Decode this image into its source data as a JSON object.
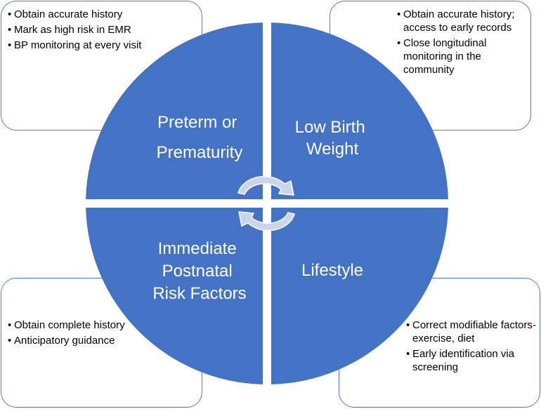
{
  "colors": {
    "quadrant_fill": "#4472c4",
    "card_border": "#4f7cc4",
    "arrow_fill": "#c9d5ec",
    "arrow_stroke": "#ffffff"
  },
  "quadrants": {
    "top_left": {
      "line1": "Preterm or",
      "line2": "Prematurity"
    },
    "top_right": {
      "line1": "Low Birth",
      "line2": "Weight"
    },
    "bottom_left": {
      "line1": "Immediate",
      "line2": "Postnatal",
      "line3": "Risk Factors"
    },
    "bottom_right": {
      "line1": "Lifestyle"
    }
  },
  "cards": {
    "top_left": {
      "items": [
        "Obtain accurate history",
        "Mark as high risk in EMR",
        "BP monitoring at every visit"
      ]
    },
    "top_right": {
      "items": [
        "Obtain accurate history; access to early records",
        "Close longitudinal monitoring in the community"
      ]
    },
    "bottom_left": {
      "items": [
        "Obtain complete history",
        "Anticipatory guidance"
      ]
    },
    "bottom_right": {
      "items": [
        "Correct modifiable factors-exercise, diet",
        "Early identification via screening"
      ]
    }
  }
}
